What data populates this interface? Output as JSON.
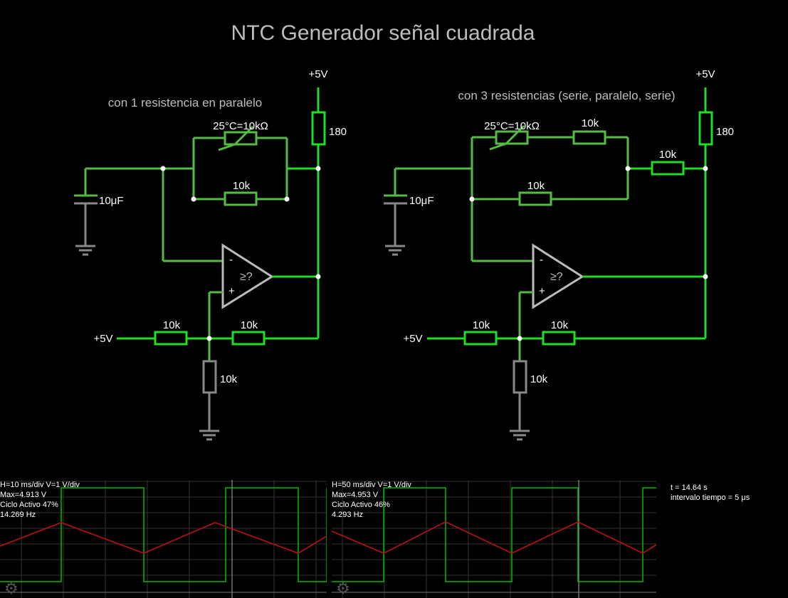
{
  "title": "NTC Generador señal cuadrada",
  "circuit_left": {
    "subtitle": "con 1 resistencia en paralelo",
    "vcc_top": "+5V",
    "vcc_left": "+5V",
    "r_pullup": "180",
    "thermistor": "25°C=10kΩ",
    "r_parallel": "10k",
    "capacitor": "10μF",
    "r_div_left": "10k",
    "r_div_right": "10k",
    "r_div_bottom": "10k",
    "opamp_symbol": "≥?",
    "opamp_minus": "-",
    "opamp_plus": "+"
  },
  "circuit_right": {
    "subtitle": "con 3 resistencias (serie, paralelo, serie)",
    "vcc_top": "+5V",
    "vcc_left": "+5V",
    "r_pullup": "180",
    "thermistor": "25°C=10kΩ",
    "r_series_top": "10k",
    "r_parallel": "10k",
    "r_series_out": "10k",
    "capacitor": "10μF",
    "r_div_left": "10k",
    "r_div_right": "10k",
    "r_div_bottom": "10k",
    "opamp_symbol": "≥?",
    "opamp_minus": "-",
    "opamp_plus": "+"
  },
  "scope_left": {
    "line1": "H=10 ms/div V=1 V/div",
    "line2": "Max=4.913 V",
    "line3": "Ciclo Activo 47%",
    "line4": "14.269 Hz"
  },
  "scope_right": {
    "line1": "H=50 ms/div V=1 V/div",
    "line2": "Max=4.953 V",
    "line3": "Ciclo Activo 46%",
    "line4": "4.293 Hz"
  },
  "sim_info": {
    "time": "t = 14.64 s",
    "interval": "intervalo tiempo = 5 μs"
  },
  "colors": {
    "wire_high": "#22dd22",
    "wire_mid": "#55bb44",
    "wire_gray": "#888888",
    "square_wave": "#00bb00",
    "triangle_wave": "#aa1111",
    "opamp": "#bbbbbb"
  }
}
